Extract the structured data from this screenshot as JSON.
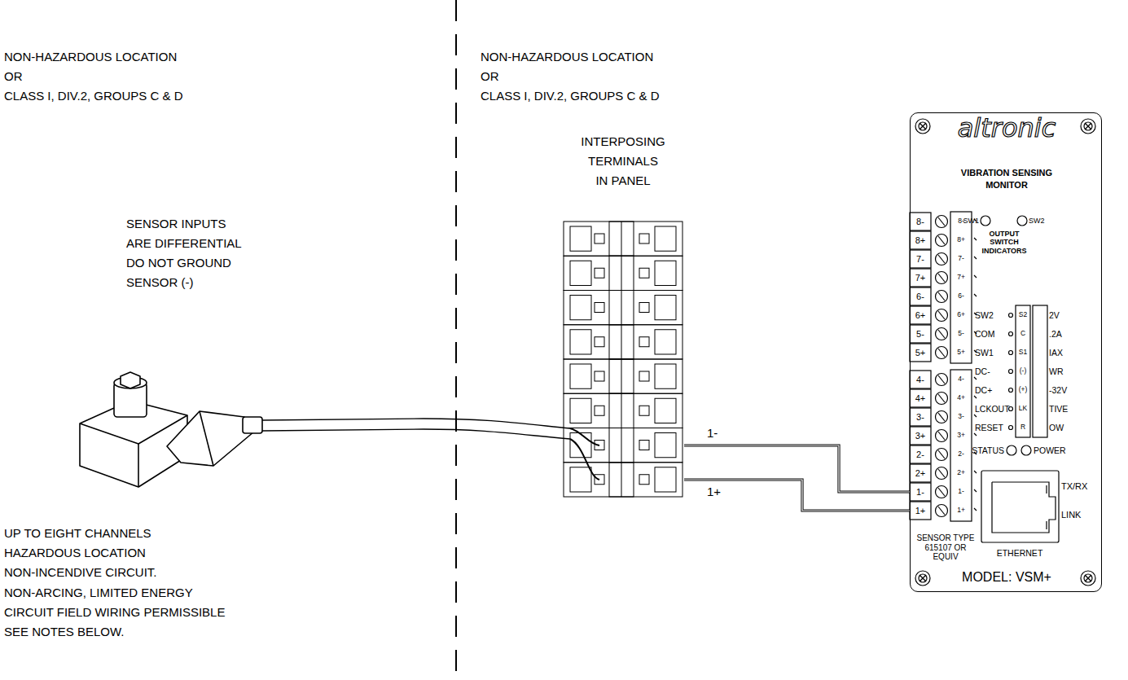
{
  "diagram": {
    "nodes": [
      {
        "text": [
          "INTERPOSING TERMINALS IN PANEL"
        ]
      },
      {
        "text": [
          "altronic",
          "VIBRATION SENSING MONITOR",
          "MODEL: VSM+"
        ]
      }
    ],
    "edges": [
      {
        "from": 0,
        "to": 1,
        "label": "1-",
        "arrow": "none"
      },
      {
        "from": 0,
        "to": 1,
        "label": "1+",
        "arrow": "none"
      }
    ],
    "labels": [
      "NON-HAZARDOUS LOCATION",
      "OR",
      "CLASS I, DIV.2, GROUPS C & D",
      "NON-HAZARDOUS LOCATION",
      "OR",
      "CLASS I, DIV.2, GROUPS C & D",
      "SENSOR INPUTS",
      "ARE DIFFERENTIAL",
      "DO NOT GROUND",
      "SENSOR (-)",
      "UP TO EIGHT CHANNELS",
      "HAZARDOUS LOCATION",
      "NON-INCENDIVE CIRCUIT.",
      "NON-ARCING, LIMITED ENERGY",
      "CIRCUIT FIELD WIRING PERMISSIBLE",
      "SEE NOTES BELOW.",
      "8-",
      "8+",
      "7-",
      "7+",
      "6-",
      "6+",
      "5-",
      "5+",
      "4-",
      "4+",
      "3-",
      "3+",
      "2-",
      "2+",
      "1-",
      "1+",
      "8-",
      "8+",
      "7-",
      "7+",
      "6-",
      "6+",
      "5-",
      "5+",
      "4-",
      "4+",
      "3-",
      "3+",
      "2-",
      "2+",
      "1-",
      "1+",
      "SW1",
      "SW2",
      "OUTPUT SWITCH INDICATORS",
      "SW2",
      "COM",
      "SW1",
      "DC-",
      "DC+",
      "LCKOUT",
      "RESET",
      "S2",
      "C",
      "S1",
      "(-)",
      "(+)",
      "LK",
      "R",
      "2V",
      ".2A",
      "IAX",
      "WR",
      "-32V",
      "TIVE",
      "OW",
      "STATUS",
      "POWER",
      "TX/RX",
      "LINK",
      "ETHERNET",
      "SENSOR TYPE 615107 OR EQUIV"
    ]
  }
}
